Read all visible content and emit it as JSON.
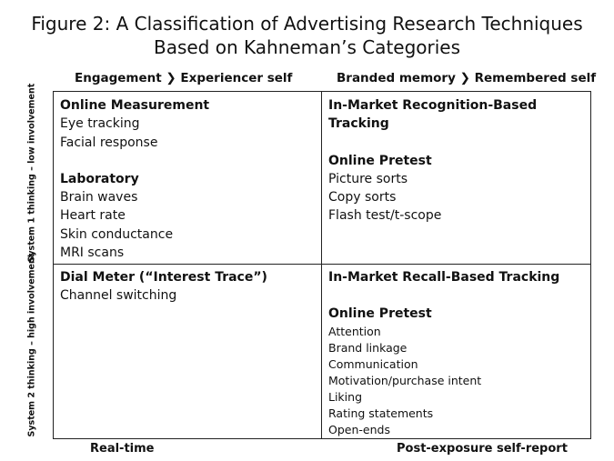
{
  "title": [
    "Figure 2: A Classification of Advertising Research Techniques",
    "Based on Kahneman’s Categories"
  ],
  "columns": [
    "Engagement ❯ Experiencer self",
    "Branded memory ❯ Remembered self"
  ],
  "rows": [
    "System 1 thinking – low involvement",
    "System 2 thinking – high involvement"
  ],
  "footer": [
    "Real-time",
    "Post-exposure self-report"
  ],
  "cells": {
    "tl": {
      "h1": "Online Measurement",
      "i1": [
        "Eye tracking",
        "Facial response"
      ],
      "h2": "Laboratory",
      "i2": [
        "Brain waves",
        "Heart rate",
        "Skin conductance",
        "MRI scans"
      ]
    },
    "tr": {
      "h1": "In-Market Recognition-Based Tracking",
      "h2": "Online Pretest",
      "i2": [
        "Picture sorts",
        "Copy sorts",
        "Flash test/t-scope"
      ]
    },
    "bl": {
      "h1": "Dial Meter (“Interest Trace”)",
      "i1": [
        "Channel switching"
      ]
    },
    "br": {
      "h1": "In-Market Recall-Based Tracking",
      "h2": "Online Pretest",
      "i2": [
        "Attention",
        "Brand linkage",
        "Communication",
        "Motivation/purchase intent",
        "Liking",
        "Rating statements",
        "Open-ends"
      ]
    }
  }
}
